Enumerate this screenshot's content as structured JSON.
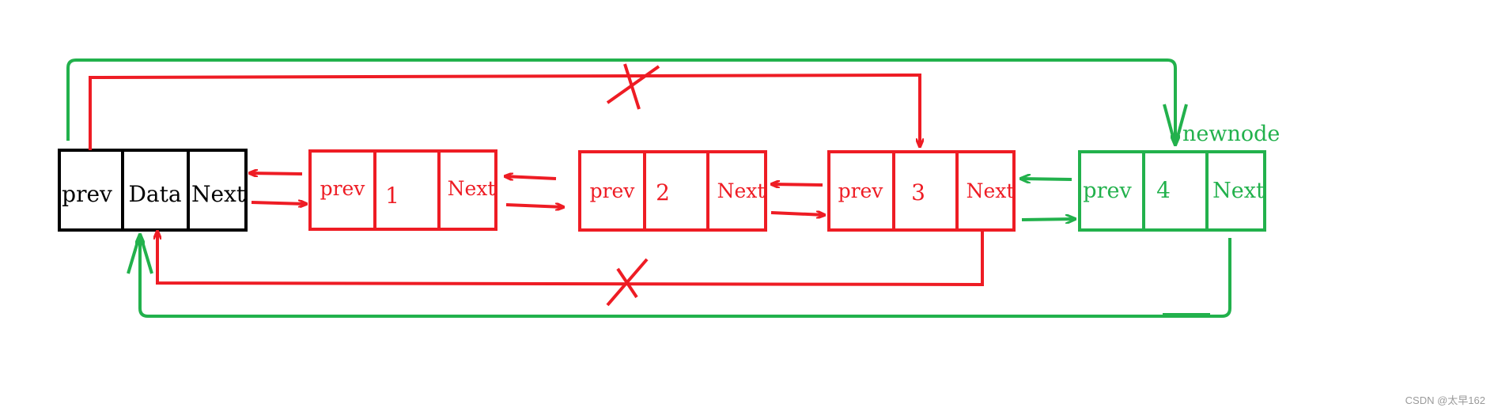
{
  "colors": {
    "head": "#000000",
    "existing": "#ee1c24",
    "new": "#22b14c",
    "watermark": "#9a9a9a"
  },
  "nodes": {
    "head": {
      "prev": "prev",
      "data": "Data",
      "next": "Next"
    },
    "node1": {
      "prev": "prev",
      "data": "1",
      "next": "Next"
    },
    "node2": {
      "prev": "prev",
      "data": "2",
      "next": "Next"
    },
    "node3": {
      "prev": "prev",
      "data": "3",
      "next": "Next"
    },
    "node4": {
      "prev": "prev",
      "data": "4",
      "next": "Next"
    }
  },
  "labels": {
    "newnode": "newnode",
    "watermark": "CSDN @太早162"
  },
  "marks": {
    "removed_link": "X"
  }
}
